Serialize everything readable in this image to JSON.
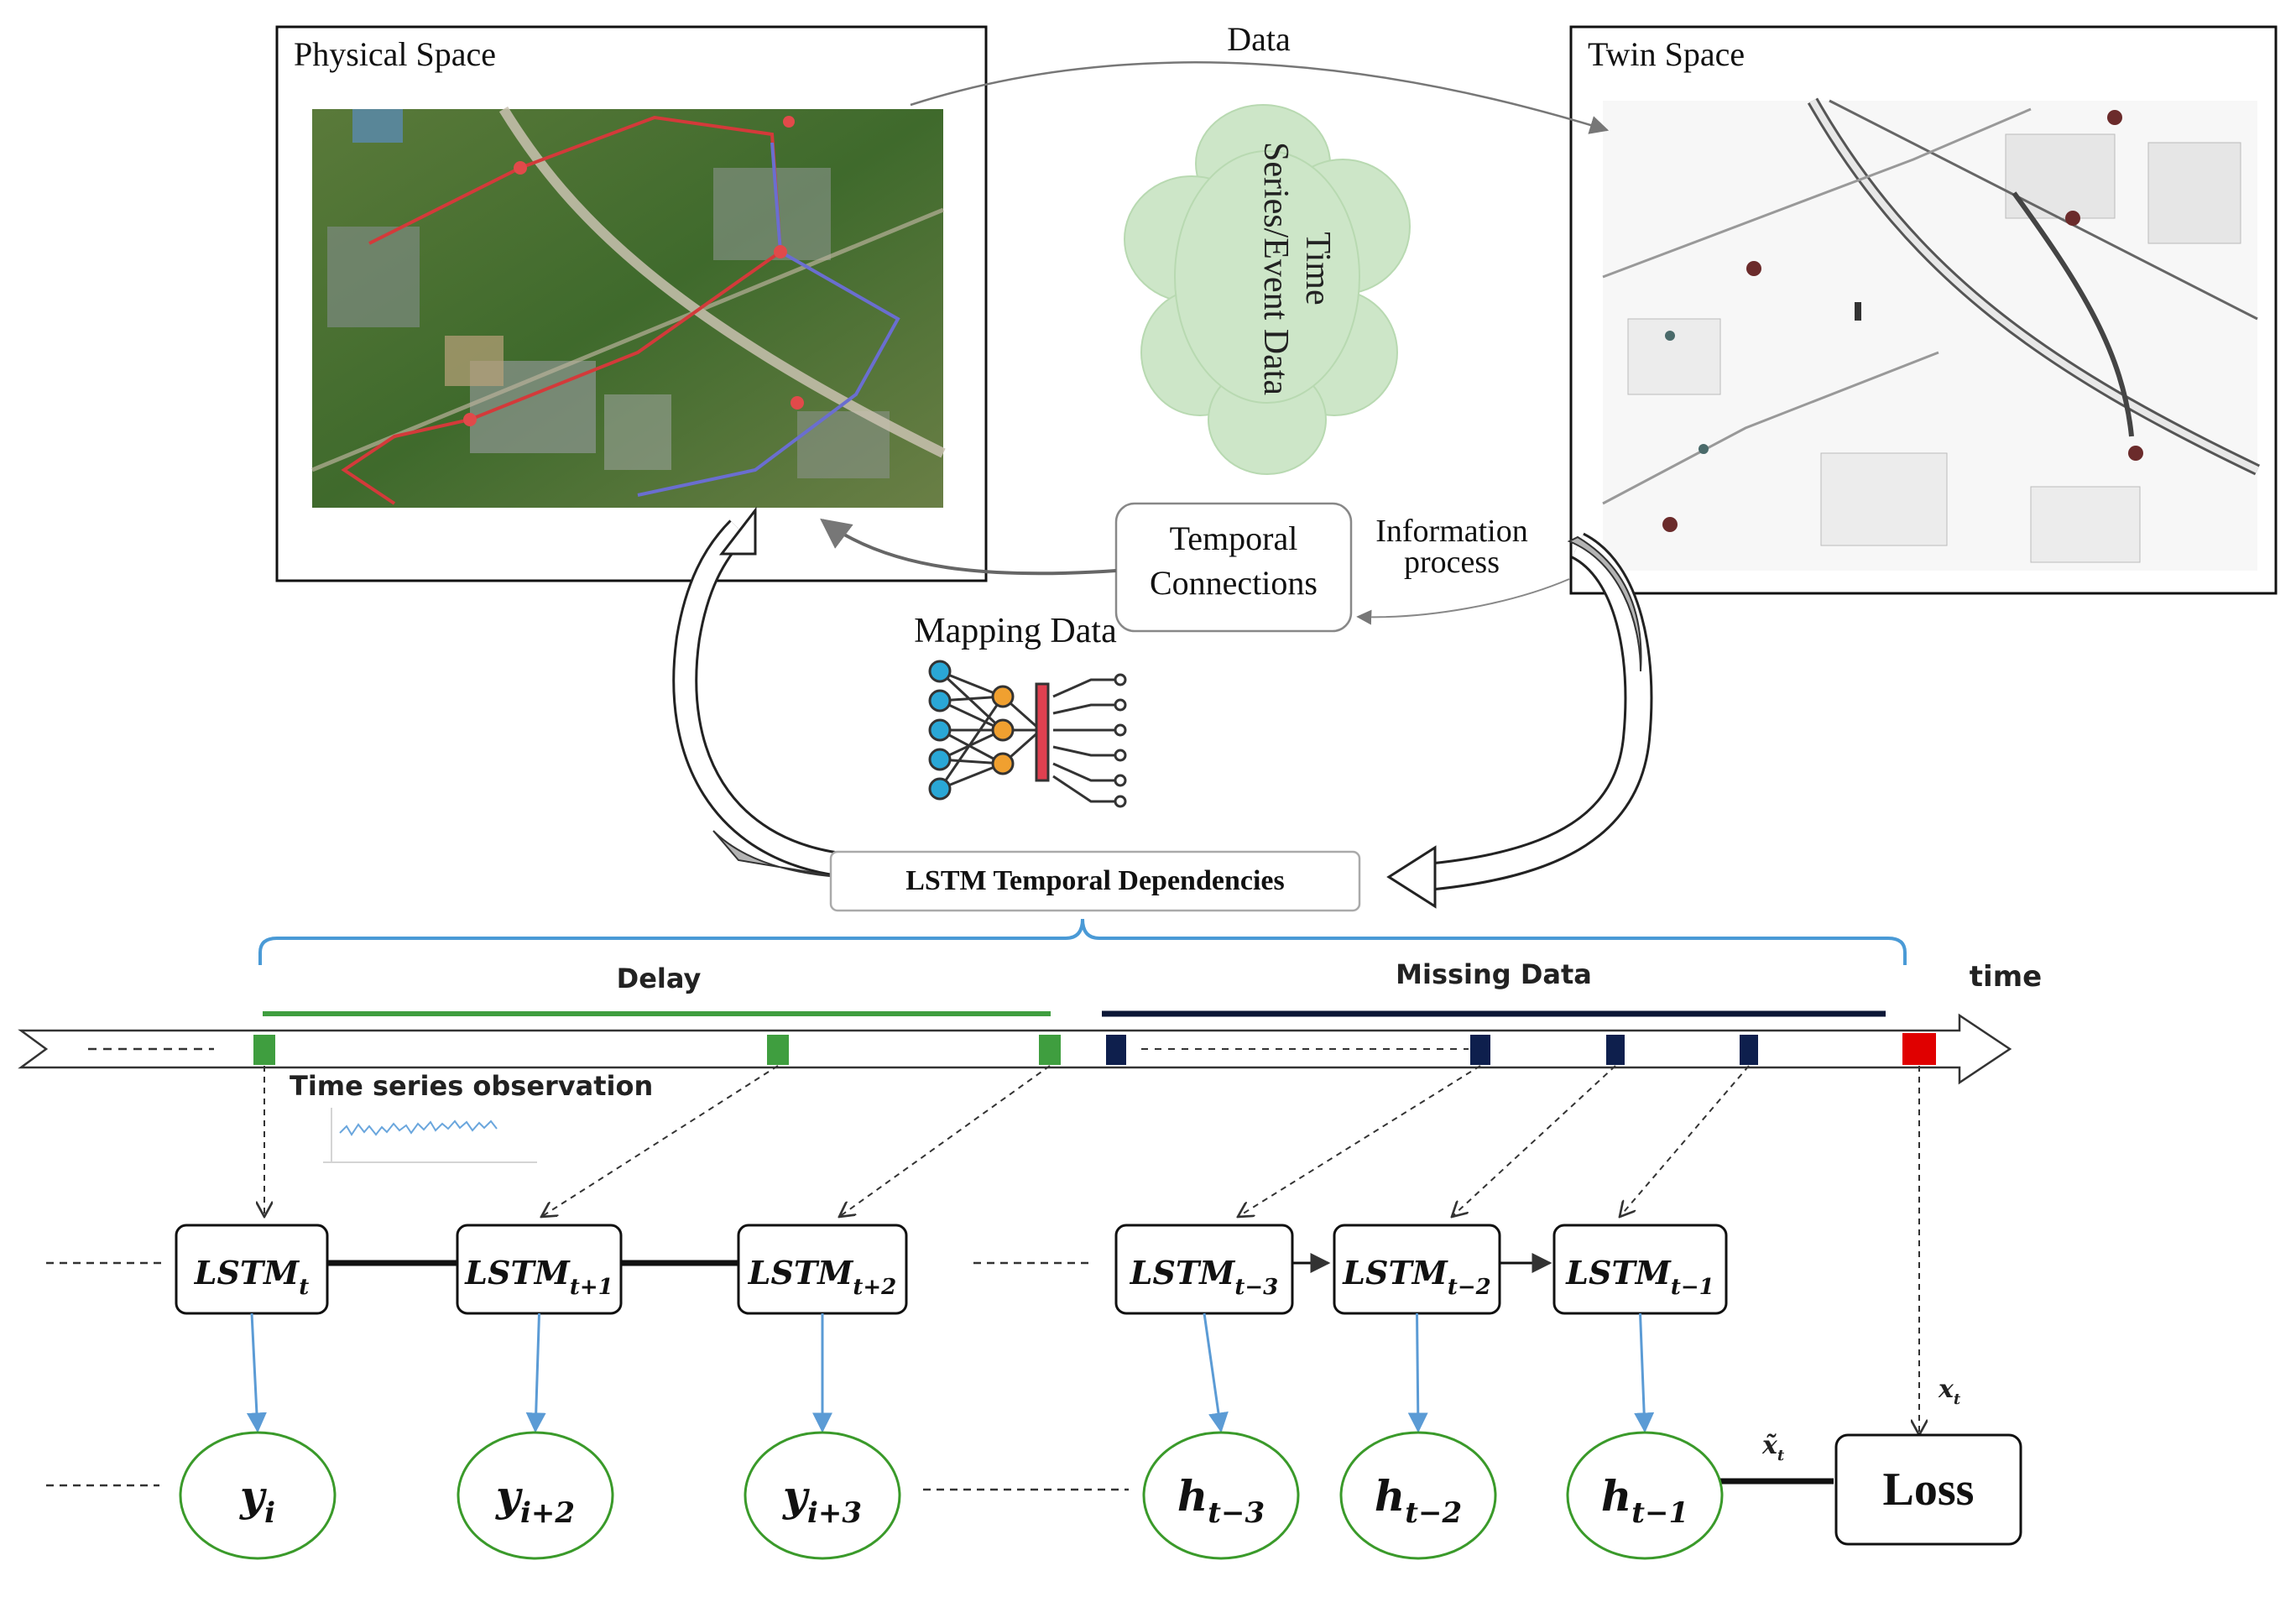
{
  "physical_space": {
    "title": "Physical Space"
  },
  "twin_space": {
    "title": "Twin Space"
  },
  "data_link": {
    "label": "Data"
  },
  "cloud": {
    "line1": "Time",
    "line2": "Series/Event Data"
  },
  "temporal_connections": {
    "line1": "Temporal",
    "line2": "Connections"
  },
  "information_process": {
    "line1": "Information",
    "line2": "process"
  },
  "mapping_data": {
    "label": "Mapping  Data"
  },
  "lstm_dependencies": {
    "label": "LSTM Temporal Dependencies"
  },
  "timeline": {
    "delay_label": "Delay",
    "missing_label": "Missing Data",
    "time_label": "time",
    "observation_label": "Time series observation"
  },
  "lstm_cells": [
    {
      "base": "LSTM",
      "sub": "t"
    },
    {
      "base": "LSTM",
      "sub": "t+1"
    },
    {
      "base": "LSTM",
      "sub": "t+2"
    },
    {
      "base": "LSTM",
      "sub": "t−3"
    },
    {
      "base": "LSTM",
      "sub": "t−2"
    },
    {
      "base": "LSTM",
      "sub": "t−1"
    }
  ],
  "outputs": [
    {
      "base": "y",
      "sub": "i"
    },
    {
      "base": "y",
      "sub": "i+2"
    },
    {
      "base": "y",
      "sub": "i+3"
    },
    {
      "base": "h",
      "sub": "t−3"
    },
    {
      "base": "h",
      "sub": "t−2"
    },
    {
      "base": "h",
      "sub": "t−1"
    }
  ],
  "loss": {
    "label": "Loss",
    "x_label": "x",
    "x_sub": "t",
    "xhat_label": "x̃",
    "xhat_sub": "t"
  },
  "colors": {
    "green_box": "#3f9e3f",
    "navy_box": "#0e1f4d",
    "red_box": "#e00000",
    "brace_blue": "#4a9ad6",
    "arrow_blue": "#5b9bd5",
    "circle_green": "#3a9a2a",
    "cloud_fill": "#cde6c8"
  }
}
